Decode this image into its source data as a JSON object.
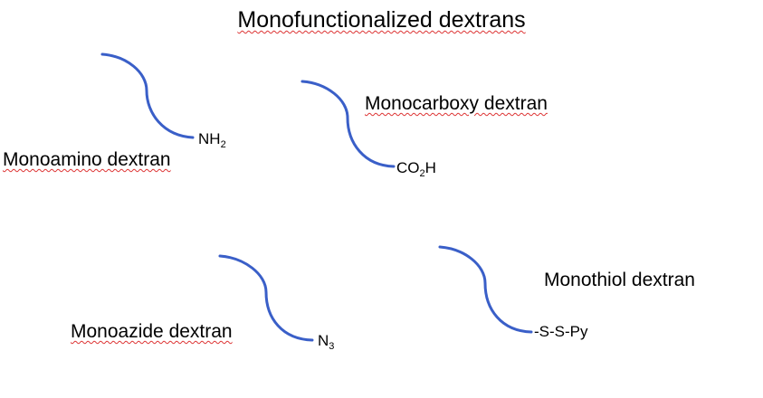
{
  "title": "Monofunctionalized dextrans",
  "colors": {
    "chain": "#3a5fc8"
  },
  "items": [
    {
      "name": "Monoamino dextran",
      "group": "NH",
      "sub": "2",
      "tail": ""
    },
    {
      "name": "Monocarboxy dextran",
      "group": "CO",
      "sub": "2",
      "tail": "H"
    },
    {
      "name": "Monoazide dextran",
      "group": "N",
      "sub": "3",
      "tail": ""
    },
    {
      "name": "Monothiol dextran",
      "group": "-S-S-Py",
      "sub": "",
      "tail": ""
    }
  ]
}
